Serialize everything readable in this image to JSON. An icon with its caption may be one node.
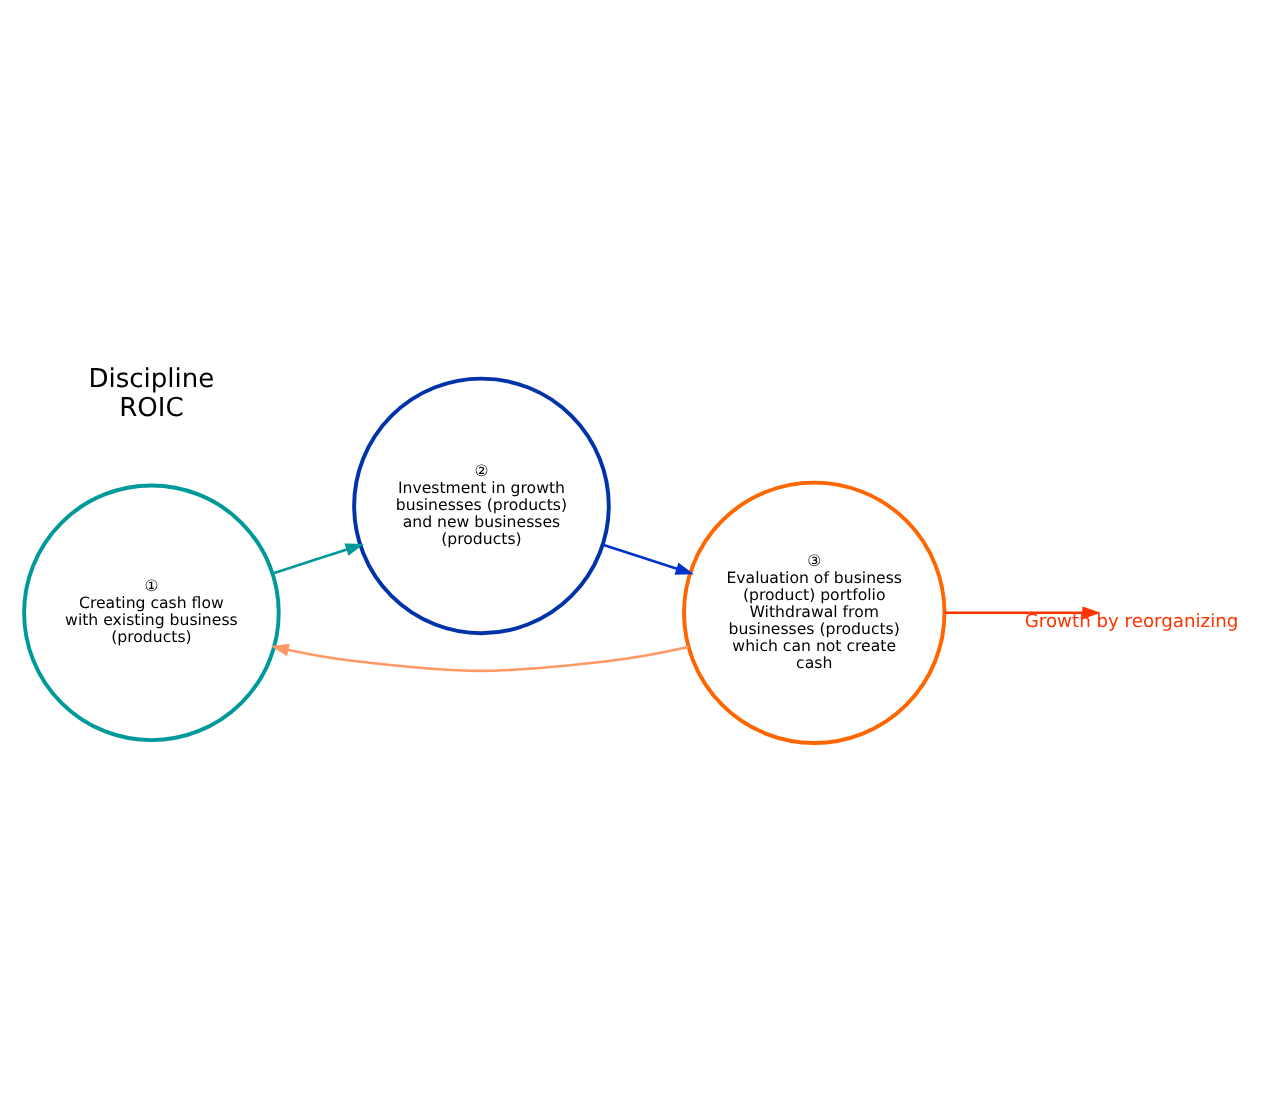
{
  "diagram": {
    "nodes": [
      {
        "text": [
          "①",
          "Creating cash flow with existing business (products)"
        ]
      },
      {
        "text": [
          "②",
          "Investment in growth businesses (products) and new businesses (products)"
        ]
      },
      {
        "text": [
          "③",
          "Evaluation of business (product) portfolio",
          "Withdrawal from businesses (products) which can not create cash"
        ]
      }
    ],
    "edges": [
      {
        "from": 0,
        "to": 1,
        "arrow": "to",
        "color": "#009999"
      },
      {
        "from": 1,
        "to": 2,
        "arrow": "to",
        "color": "#0033cc"
      },
      {
        "from": 2,
        "to": 0,
        "arrow": "to",
        "color": "#ff9966"
      },
      {
        "from": 2,
        "to": null,
        "arrow": "to",
        "color": "#ff3300",
        "label": "Growth by reorganizing"
      }
    ],
    "labels": [
      "Discipline ROIC"
    ]
  }
}
